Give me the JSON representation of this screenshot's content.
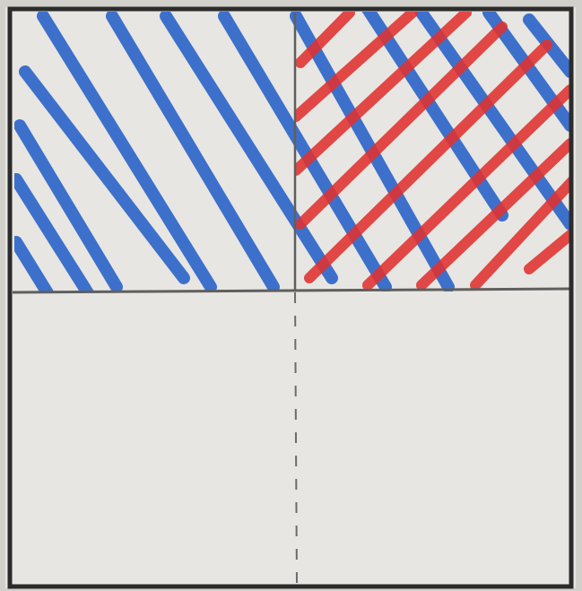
{
  "figure": {
    "description_free": true,
    "divisions": {
      "columns": 2,
      "rows": 2
    },
    "shaded": {
      "blue_region": {
        "row": 0,
        "columns": [
          0,
          1
        ]
      },
      "red_region": {
        "row": 0,
        "columns": [
          1
        ]
      }
    },
    "colors": {
      "paper": "#e7e6e2",
      "border": "#2b2b2b",
      "divider": "#6b6b6b",
      "blue_hatch": "#2f66c9",
      "red_hatch": "#e0312f",
      "overlap": "#5a1a3a"
    }
  }
}
